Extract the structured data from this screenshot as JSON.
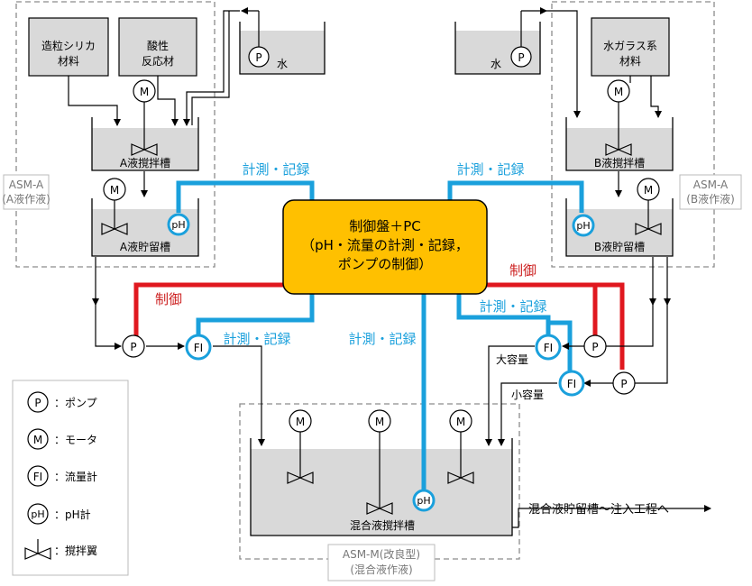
{
  "labels": {
    "silica": [
      "造粒シリカ",
      "材料"
    ],
    "acid": [
      "酸性",
      "反応材"
    ],
    "water_a": "水",
    "water_b": "水",
    "glass": [
      "水ガラス系",
      "材料"
    ],
    "tank_a_mix": "A液撹拌槽",
    "tank_a_store": "A液貯留槽",
    "tank_b_mix": "B液撹拌槽",
    "tank_b_store": "B液貯留槽",
    "tank_mix": "混合液撹拌槽",
    "asm_a_left": [
      "ASM-A",
      "(A液作液)"
    ],
    "asm_a_right": [
      "ASM-A",
      "(B液作液)"
    ],
    "asm_m": [
      "ASM-M(改良型)",
      "(混合液作液)"
    ],
    "control": [
      "制御盤＋PC",
      "（pH・流量の計測・記録，",
      "ポンプの制御）"
    ],
    "measure": "計測・記録",
    "control_word": "制御",
    "large": "大容量",
    "small": "小容量",
    "output": "混合液貯留槽～注入工程へ"
  },
  "symbols": {
    "pump": "P",
    "motor": "M",
    "flowmeter": "FI",
    "ph": "pH"
  },
  "legend": [
    {
      "symbol": "P",
      "text": "：ポンプ"
    },
    {
      "symbol": "M",
      "text": "：モータ"
    },
    {
      "symbol": "FI",
      "text": "：流量計"
    },
    {
      "symbol": "pH",
      "text": "：pH計"
    },
    {
      "symbol": "agitator",
      "text": "：撹拌翼"
    }
  ],
  "colors": {
    "measure_line": "#1aa0dc",
    "control_line": "#e0181f",
    "panel_fill": "#ffc000",
    "tank_fill": "#d9d9d9"
  }
}
